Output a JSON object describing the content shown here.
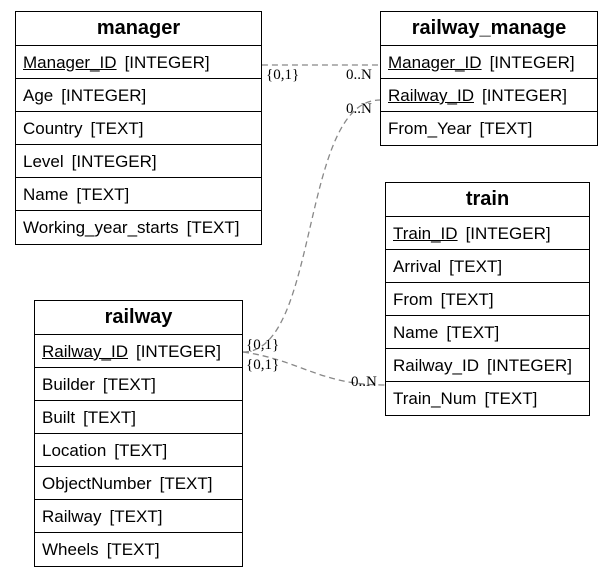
{
  "entities": {
    "manager": {
      "name": "manager",
      "columns": [
        {
          "name": "Manager_ID",
          "type": "[INTEGER]",
          "pk": true
        },
        {
          "name": "Age",
          "type": "[INTEGER]",
          "pk": false
        },
        {
          "name": "Country",
          "type": "[TEXT]",
          "pk": false
        },
        {
          "name": "Level",
          "type": "[INTEGER]",
          "pk": false
        },
        {
          "name": "Name",
          "type": "[TEXT]",
          "pk": false
        },
        {
          "name": "Working_year_starts",
          "type": "[TEXT]",
          "pk": false
        }
      ]
    },
    "railway_manage": {
      "name": "railway_manage",
      "columns": [
        {
          "name": "Manager_ID",
          "type": "[INTEGER]",
          "pk": true
        },
        {
          "name": "Railway_ID",
          "type": "[INTEGER]",
          "pk": true
        },
        {
          "name": "From_Year",
          "type": "[TEXT]",
          "pk": false
        }
      ]
    },
    "train": {
      "name": "train",
      "columns": [
        {
          "name": "Train_ID",
          "type": "[INTEGER]",
          "pk": true
        },
        {
          "name": "Arrival",
          "type": "[TEXT]",
          "pk": false
        },
        {
          "name": "From",
          "type": "[TEXT]",
          "pk": false
        },
        {
          "name": "Name",
          "type": "[TEXT]",
          "pk": false
        },
        {
          "name": "Railway_ID",
          "type": "[INTEGER]",
          "pk": false
        },
        {
          "name": "Train_Num",
          "type": "[TEXT]",
          "pk": false
        }
      ]
    },
    "railway": {
      "name": "railway",
      "columns": [
        {
          "name": "Railway_ID",
          "type": "[INTEGER]",
          "pk": true
        },
        {
          "name": "Builder",
          "type": "[TEXT]",
          "pk": false
        },
        {
          "name": "Built",
          "type": "[TEXT]",
          "pk": false
        },
        {
          "name": "Location",
          "type": "[TEXT]",
          "pk": false
        },
        {
          "name": "ObjectNumber",
          "type": "[TEXT]",
          "pk": false
        },
        {
          "name": "Railway",
          "type": "[TEXT]",
          "pk": false
        },
        {
          "name": "Wheels",
          "type": "[TEXT]",
          "pk": false
        }
      ]
    }
  },
  "relationships": [
    {
      "from": "manager.Manager_ID",
      "to": "railway_manage.Manager_ID",
      "from_card": "{0,1}",
      "to_card": "0..N"
    },
    {
      "from": "railway.Railway_ID",
      "to": "railway_manage.Railway_ID",
      "from_card": "{0,1}",
      "to_card": "0..N"
    },
    {
      "from": "railway.Railway_ID",
      "to": "train.Railway_ID",
      "from_card": "{0,1}",
      "to_card": "0..N"
    }
  ]
}
